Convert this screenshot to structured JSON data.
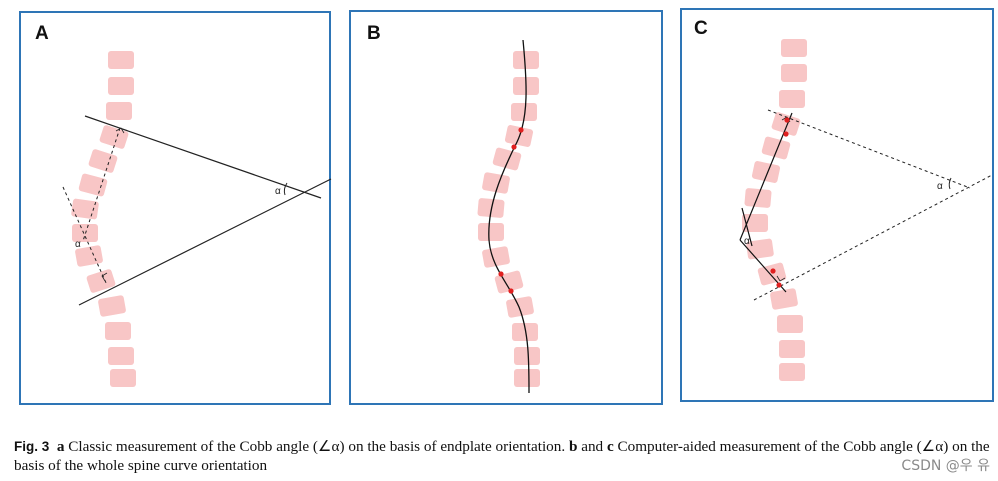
{
  "panels": {
    "a": {
      "label": "A",
      "alpha_top": "α",
      "alpha_mid": "α"
    },
    "b": {
      "label": "B"
    },
    "c": {
      "label": "C",
      "alpha_top": "α",
      "alpha_mid": "α"
    }
  },
  "caption": {
    "fig_label": "Fig. 3",
    "part_a": "a",
    "text_a": " Classic measurement of the Cobb angle (∠α) on the basis of endplate orientation. ",
    "part_b": "b",
    "and": " and ",
    "part_c": "c",
    "text_bc": " Computer-aided measurement of the Cobb angle (∠α) on the basis of the whole spine curve orientation"
  },
  "watermark": "CSDN @우 유",
  "colors": {
    "vertebra": "#f8c6c6",
    "border": "#2e75b6",
    "marker": "#e02020",
    "line": "#111111"
  }
}
